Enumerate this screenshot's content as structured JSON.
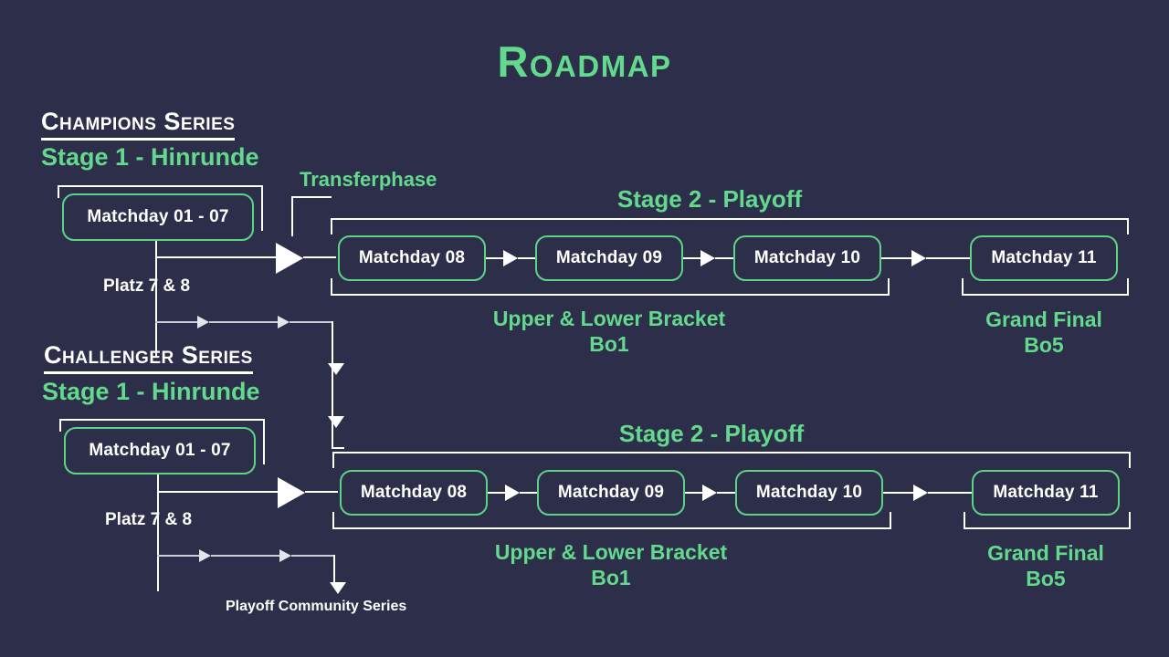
{
  "page": {
    "title": "Roadmap",
    "background_color": "#2d2f4a",
    "accent_green": "#63d98d",
    "line_color": "#ffffff"
  },
  "champions": {
    "series_label": "Champions Series",
    "stage1_label": "Stage 1 - Hinrunde",
    "stage1_box": "Matchday 01 - 07",
    "placement_label": "Platz 7 & 8",
    "transfer_label": "Transferphase",
    "stage2_label": "Stage 2 - Playoff",
    "playoff_boxes": [
      "Matchday 08",
      "Matchday 09",
      "Matchday 10",
      "Matchday 11"
    ],
    "bracket_caption": "Upper & Lower Bracket",
    "bracket_format": "Bo1",
    "final_caption": "Grand Final",
    "final_format": "Bo5"
  },
  "challenger": {
    "series_label": "Challenger Series",
    "stage1_label": "Stage 1 - Hinrunde",
    "stage1_box": "Matchday 01 - 07",
    "placement_label": "Platz 7 & 8",
    "stage2_label": "Stage 2 - Playoff",
    "playoff_boxes": [
      "Matchday 08",
      "Matchday 09",
      "Matchday 10",
      "Matchday 11"
    ],
    "bracket_caption": "Upper & Lower Bracket",
    "bracket_format": "Bo1",
    "final_caption": "Grand Final",
    "final_format": "Bo5"
  },
  "footer": {
    "community_label": "Playoff Community Series"
  }
}
